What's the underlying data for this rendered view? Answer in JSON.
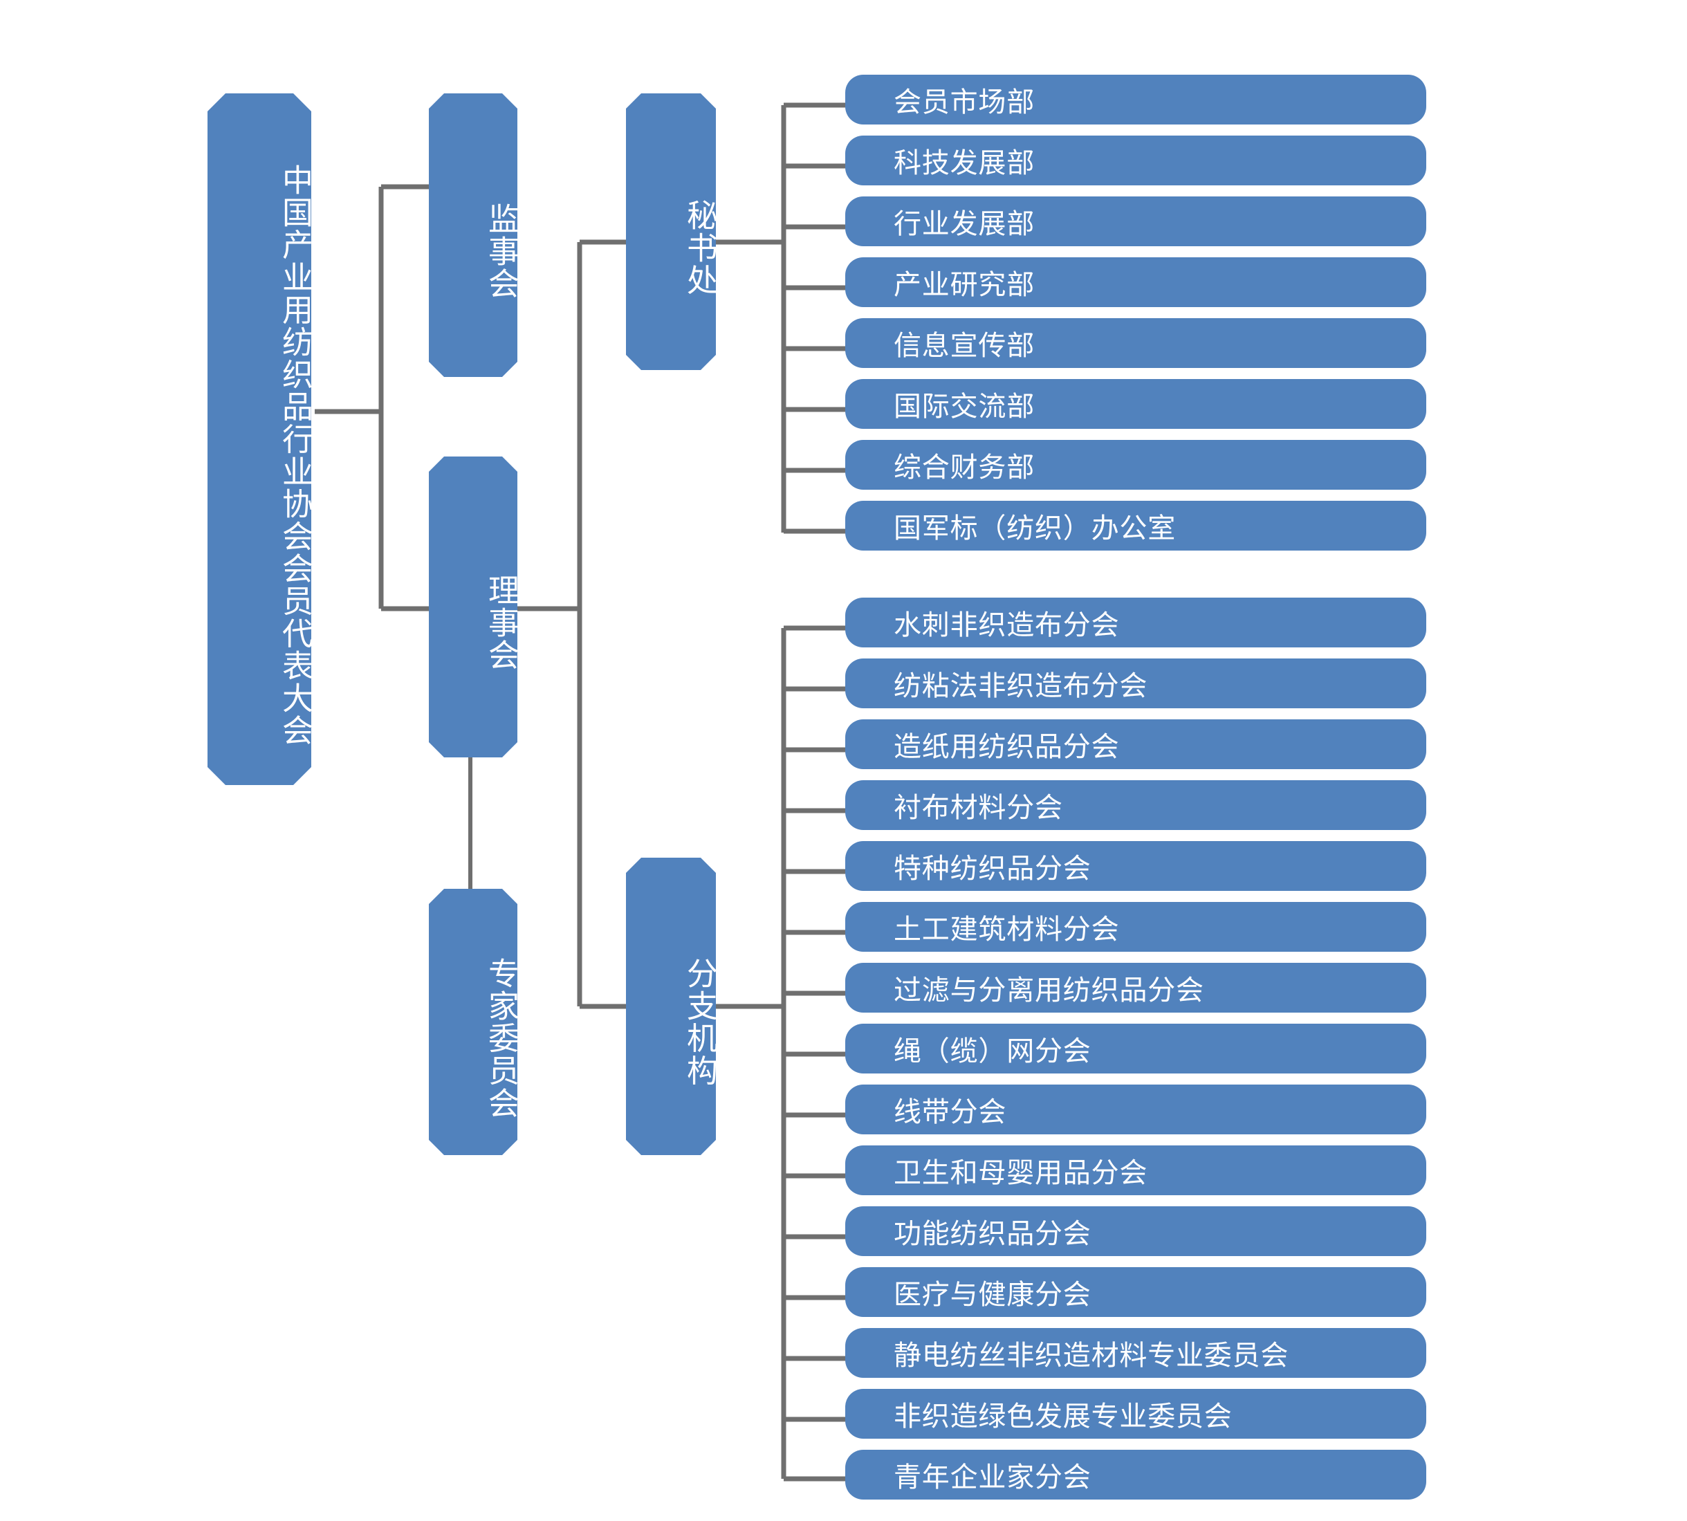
{
  "diagram": {
    "title": "中国产业用纺织品行业协会会员代表大会",
    "accent_color": "#5182bd",
    "line_color": "#6f6f6f",
    "text_color": "#ffffff",
    "background": "#ffffff"
  },
  "root": {
    "label": "中国产业用纺织品行业协会会员代表大会"
  },
  "tier2": [
    {
      "label": "监事会"
    },
    {
      "label": "理事会"
    },
    {
      "label": "专家委员会"
    }
  ],
  "tier3": [
    {
      "label": "秘书处"
    },
    {
      "label": "分支机构"
    }
  ],
  "secretariat_departments": [
    {
      "label": "会员市场部"
    },
    {
      "label": "科技发展部"
    },
    {
      "label": "行业发展部"
    },
    {
      "label": "产业研究部"
    },
    {
      "label": "信息宣传部"
    },
    {
      "label": "国际交流部"
    },
    {
      "label": "综合财务部"
    },
    {
      "label": "国军标（纺织）办公室"
    }
  ],
  "branch_organizations": [
    {
      "label": "水刺非织造布分会"
    },
    {
      "label": "纺粘法非织造布分会"
    },
    {
      "label": "造纸用纺织品分会"
    },
    {
      "label": "衬布材料分会"
    },
    {
      "label": "特种纺织品分会"
    },
    {
      "label": "土工建筑材料分会"
    },
    {
      "label": "过滤与分离用纺织品分会"
    },
    {
      "label": "绳（缆）网分会"
    },
    {
      "label": "线带分会"
    },
    {
      "label": "卫生和母婴用品分会"
    },
    {
      "label": "功能纺织品分会"
    },
    {
      "label": "医疗与健康分会"
    },
    {
      "label": "静电纺丝非织造材料专业委员会"
    },
    {
      "label": "非织造绿色发展专业委员会"
    },
    {
      "label": "青年企业家分会"
    }
  ]
}
